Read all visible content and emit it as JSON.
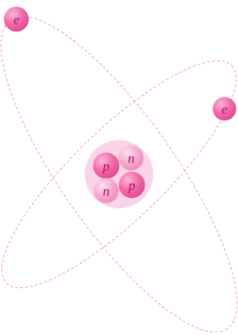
{
  "diagram": {
    "nodes": [
      {
        "text": [
          "e"
        ]
      },
      {
        "text": [
          "e"
        ]
      },
      {
        "text": [
          "n"
        ]
      },
      {
        "text": [
          "p"
        ]
      },
      {
        "text": [
          "p"
        ]
      },
      {
        "text": [
          "n"
        ]
      }
    ]
  }
}
